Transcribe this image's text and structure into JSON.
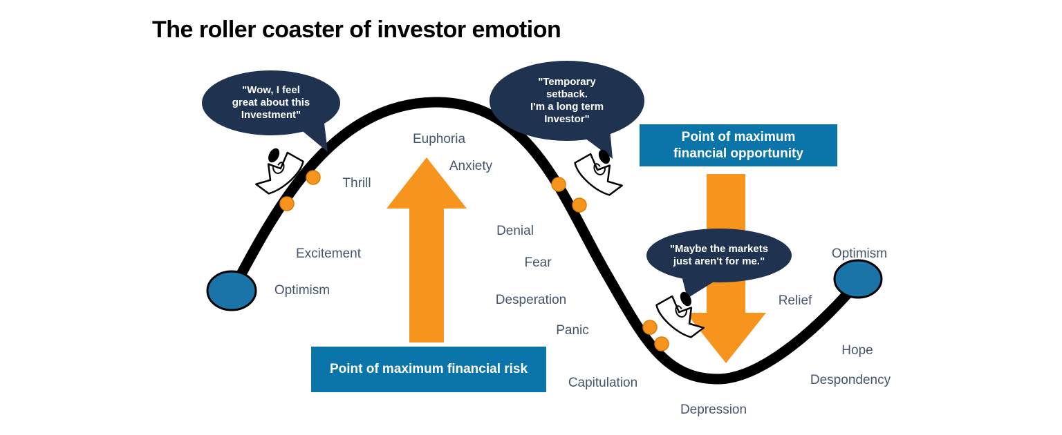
{
  "title": "The roller coaster of investor emotion",
  "emotions": [
    {
      "stage": "optimism-start",
      "text": "Optimism"
    },
    {
      "stage": "excitement",
      "text": "Excitement"
    },
    {
      "stage": "thrill",
      "text": "Thrill"
    },
    {
      "stage": "euphoria",
      "text": "Euphoria"
    },
    {
      "stage": "anxiety",
      "text": "Anxiety"
    },
    {
      "stage": "denial",
      "text": "Denial"
    },
    {
      "stage": "fear",
      "text": "Fear"
    },
    {
      "stage": "desperation",
      "text": "Desperation"
    },
    {
      "stage": "panic",
      "text": "Panic"
    },
    {
      "stage": "capitulation",
      "text": "Capitulation"
    },
    {
      "stage": "depression",
      "text": "Depression"
    },
    {
      "stage": "despondency",
      "text": "Despondency"
    },
    {
      "stage": "hope",
      "text": "Hope"
    },
    {
      "stage": "relief",
      "text": "Relief"
    },
    {
      "stage": "optimism-end",
      "text": "Optimism"
    }
  ],
  "speech_bubbles": [
    {
      "position": "near-thrill",
      "text": "\"Wow, I feel\ngreat about this\nInvestment\""
    },
    {
      "position": "near-anxiety",
      "text": "\"Temporary\nsetback.\nI'm a long term\nInvestor\""
    },
    {
      "position": "near-panic",
      "text": "\"Maybe the markets\njust aren't for me.\""
    }
  ],
  "callouts": {
    "risk": "Point of maximum financial risk",
    "opportunity": "Point of maximum financial opportunity"
  },
  "icons": {
    "cart": "roller-coaster-cart",
    "wheel": "cart-wheel",
    "risk_arrow": "up-arrow",
    "opportunity_arrow": "down-arrow",
    "curve_start": "curve-endpoint-dot",
    "curve_end": "curve-endpoint-dot"
  },
  "colors": {
    "title_text": "#000000",
    "emotion_text": "#44546A",
    "curve": "#000000",
    "speech_bubble_fill": "#1F3350",
    "speech_bubble_text": "#FFFFFF",
    "callout_fill": "#0B74A8",
    "callout_text": "#FFFFFF",
    "arrow_orange": "#F7941E",
    "endpoint_blue": "#1B74A8",
    "cart_wheel_orange": "#F7941E"
  }
}
